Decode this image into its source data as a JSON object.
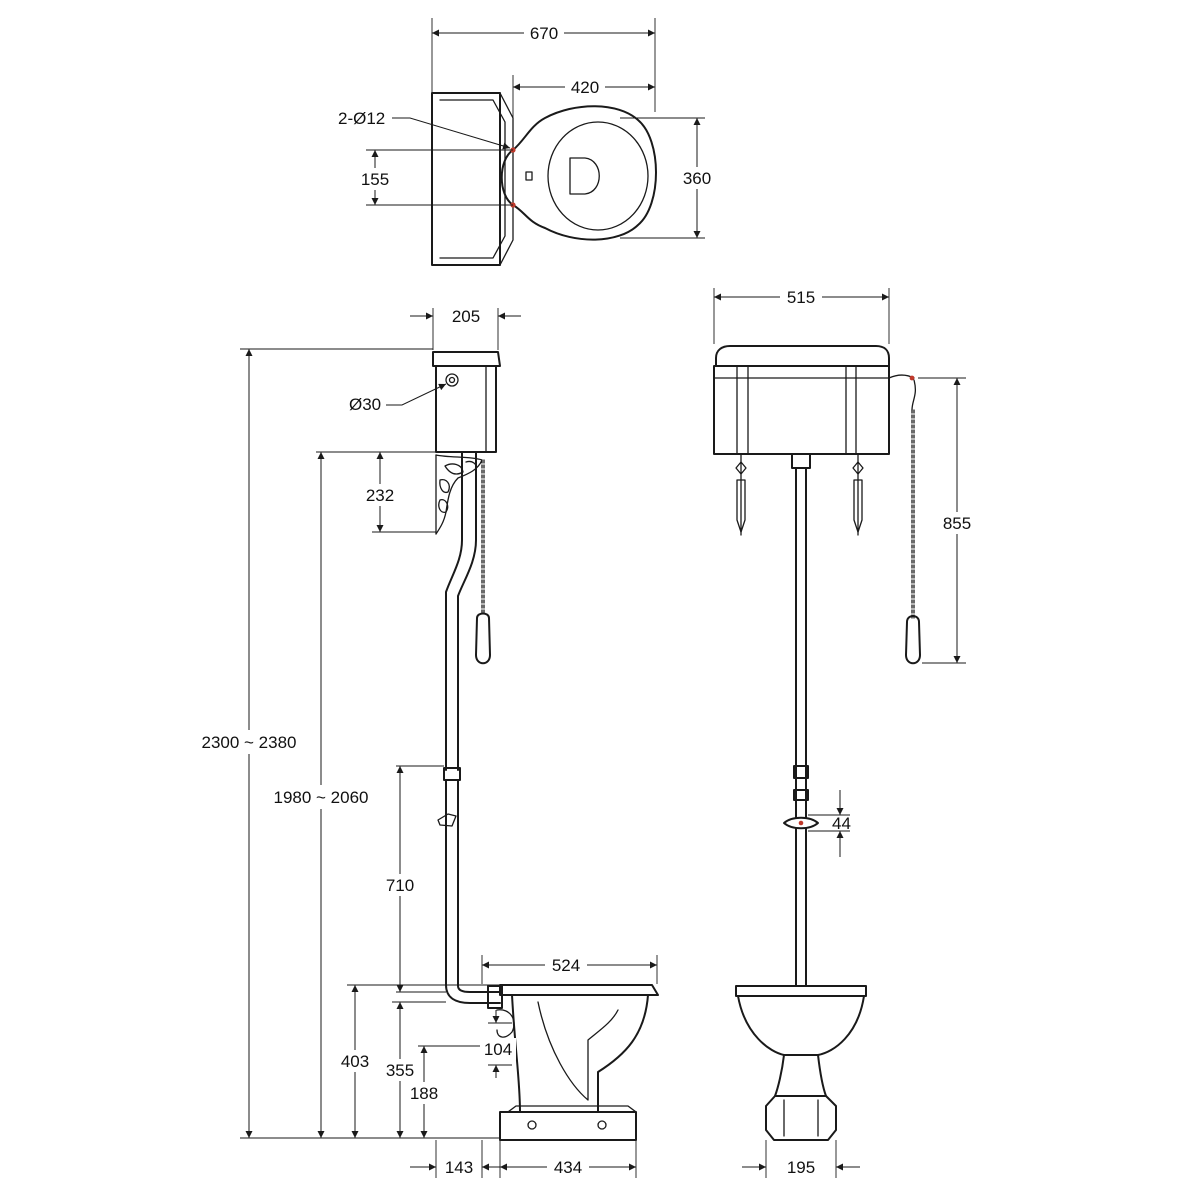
{
  "dimensions": {
    "plan_width": "670",
    "plan_bowl_depth": "420",
    "plan_holes": "2-Ø12",
    "plan_hole_spacing": "155",
    "plan_bowl_width": "360",
    "cistern_depth": "205",
    "cistern_hole": "Ø30",
    "bracket_height": "232",
    "total_height": "2300 ~ 2380",
    "cistern_bottom_height": "1980 ~ 2060",
    "pipe_section": "710",
    "pan_length": "524",
    "pan_height": "403",
    "outlet_height": "355",
    "outlet_size": "104",
    "outlet_center": "188",
    "wall_offset": "143",
    "base_length": "434",
    "cistern_width": "515",
    "chain_length": "855",
    "pipe_diameter": "44",
    "base_width": "195"
  },
  "colors": {
    "line": "#1a1a1a",
    "accent": "#c0392b",
    "background": "#ffffff"
  }
}
